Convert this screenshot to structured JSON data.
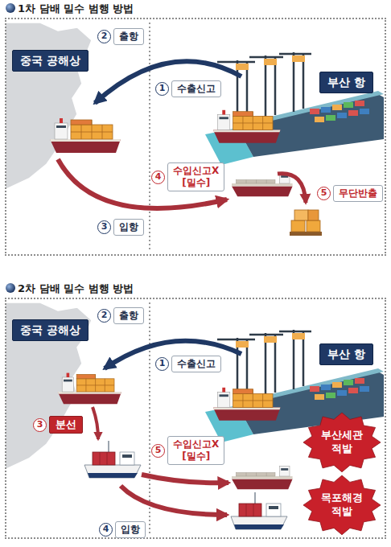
{
  "diagram": {
    "nodes": [
      {
        "text": [
          "1차 담배 밀수 범행 방법"
        ]
      },
      {
        "text": [
          "중국 공해상"
        ],
        "in": 0
      },
      {
        "text": [
          "부산 항"
        ],
        "in": 0
      },
      {
        "text": [
          "출항"
        ],
        "in": 0
      },
      {
        "text": [
          "수출신고"
        ],
        "in": 0
      },
      {
        "text": [
          "입항"
        ],
        "in": 0
      },
      {
        "text": [
          "수입신고X [밀수]"
        ],
        "in": 0
      },
      {
        "text": [
          "무단반출"
        ],
        "in": 0
      },
      {
        "text": [
          "2차 담배 밀수 범행 방법"
        ]
      },
      {
        "text": [
          "중국 공해상"
        ],
        "in": 8
      },
      {
        "text": [
          "부산 항"
        ],
        "in": 8
      },
      {
        "text": [
          "출항"
        ],
        "in": 8
      },
      {
        "text": [
          "수출신고"
        ],
        "in": 8
      },
      {
        "text": [
          "분선"
        ],
        "in": 8
      },
      {
        "text": [
          "수입신고X [밀수]"
        ],
        "in": 8
      },
      {
        "text": [
          "입항"
        ],
        "in": 8
      },
      {
        "text": [
          "부산세관 적발"
        ],
        "in": 8
      },
      {
        "text": [
          "목포해경 적발"
        ],
        "in": 8
      }
    ],
    "labels": [
      "2",
      "1",
      "3",
      "4",
      "5",
      "2",
      "1",
      "3",
      "5",
      "4"
    ]
  }
}
